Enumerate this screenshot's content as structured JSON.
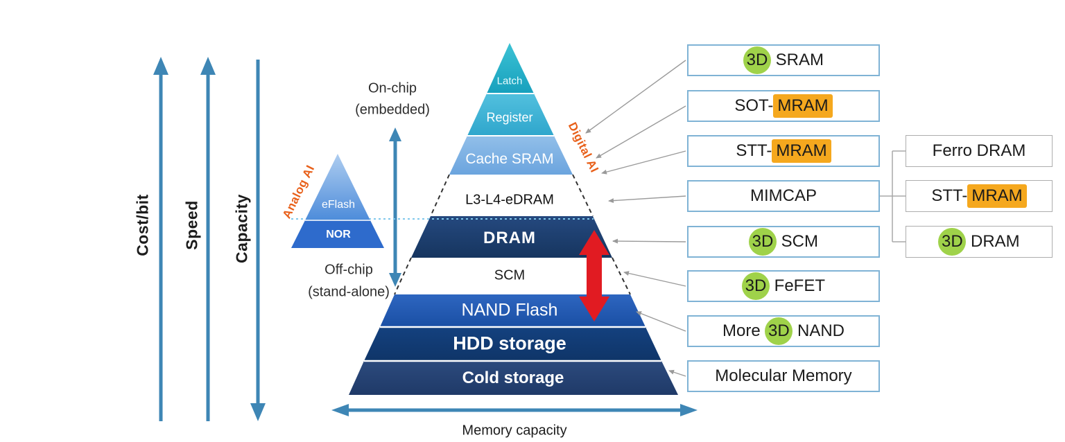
{
  "axes": {
    "cost": "Cost/bit",
    "speed": "Speed",
    "capacity": "Capacity",
    "memory_capacity": "Memory capacity"
  },
  "annotations": {
    "on_chip": "On-chip",
    "on_chip_sub": "(embedded)",
    "off_chip": "Off-chip",
    "off_chip_sub": "(stand-alone)",
    "analog_ai": "Analog AI",
    "digital_ai": "Digital AI"
  },
  "small_pyramid": {
    "layers": [
      "eFlash",
      "NOR"
    ]
  },
  "pyramid_layers": [
    "Latch",
    "Register",
    "Cache SRAM",
    "L3-L4-eDRAM",
    "DRAM",
    "SCM",
    "NAND Flash",
    "HDD storage",
    "Cold storage"
  ],
  "callouts": [
    {
      "pre": "",
      "hl": "3D",
      "hl_type": "green-circle",
      "post": " SRAM"
    },
    {
      "pre": "SOT-",
      "hl": "MRAM",
      "hl_type": "orange-box",
      "post": ""
    },
    {
      "pre": "STT-",
      "hl": "MRAM",
      "hl_type": "orange-box",
      "post": ""
    },
    {
      "pre": "MIMCAP",
      "hl": "",
      "hl_type": "none",
      "post": ""
    },
    {
      "pre": "",
      "hl": "3D",
      "hl_type": "green-circle",
      "post": " SCM"
    },
    {
      "pre": "",
      "hl": "3D",
      "hl_type": "green-circle",
      "post": " FeFET"
    },
    {
      "pre": "More ",
      "hl": "3D",
      "hl_type": "green-circle",
      "post": " NAND"
    },
    {
      "pre": "Molecular Memory",
      "hl": "",
      "hl_type": "none",
      "post": ""
    }
  ],
  "callouts_right": [
    {
      "pre": "Ferro DRAM",
      "hl": "",
      "hl_type": "none",
      "post": ""
    },
    {
      "pre": "STT-",
      "hl": "MRAM",
      "hl_type": "orange-box",
      "post": ""
    },
    {
      "pre": "",
      "hl": "3D",
      "hl_type": "green-circle",
      "post": " DRAM"
    }
  ],
  "colors": {
    "highlight_green": "#9FD24A",
    "highlight_orange": "#F5A81E",
    "axis_blue": "#3E86B5",
    "ai_orange": "#E8601A",
    "red_arrow": "#E11B22",
    "callout_border": "#7FB3D5"
  }
}
